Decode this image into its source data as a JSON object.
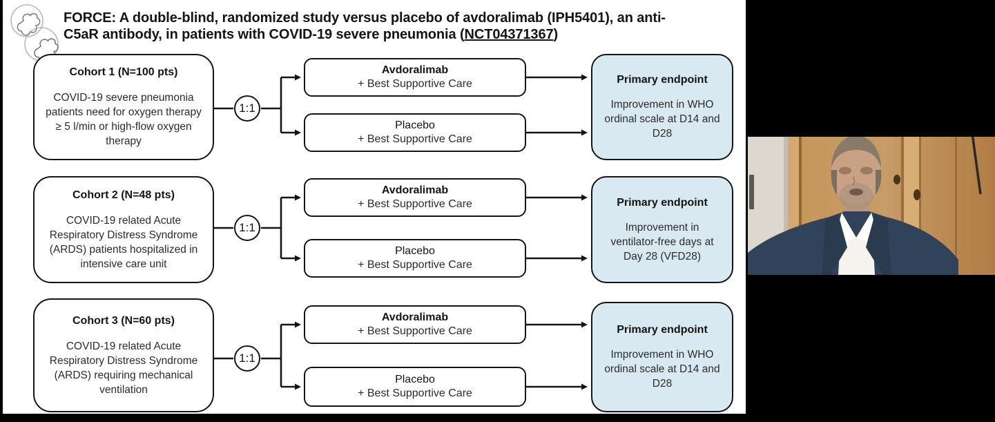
{
  "slide": {
    "title": {
      "line1": "FORCE: A double-blind, randomized study versus placebo of avdoralimab (IPH5401), an anti-",
      "line2_pre": "C5aR antibody, in patients with COVID-19 severe pneumonia (",
      "nct": "NCT04371367",
      "line2_suffix": ")"
    },
    "ratio_label": "1:1",
    "rows": [
      {
        "cohort": {
          "title": "Cohort 1 (N=100 pts)",
          "description": "COVID-19 severe pneumonia patients need for oxygen therapy ≥ 5 l/min or high-flow oxygen therapy"
        },
        "arm1": {
          "name": "Avdoralimab",
          "detail": "+ Best Supportive Care"
        },
        "arm2": {
          "name": "Placebo",
          "detail": "+ Best Supportive Care"
        },
        "endpoint": {
          "title": "Primary endpoint",
          "description": "Improvement in WHO ordinal scale at D14 and D28"
        }
      },
      {
        "cohort": {
          "title": "Cohort 2 (N=48 pts)",
          "description": "COVID-19 related Acute Respiratory Distress Syndrome (ARDS) patients hospitalized in intensive care unit"
        },
        "arm1": {
          "name": "Avdoralimab",
          "detail": "+ Best Supportive Care"
        },
        "arm2": {
          "name": "Placebo",
          "detail": "+ Best Supportive Care"
        },
        "endpoint": {
          "title": "Primary endpoint",
          "description": "Improvement in ventilator-free days at Day 28 (VFD28)"
        }
      },
      {
        "cohort": {
          "title": "Cohort 3 (N=60 pts)",
          "description": "COVID-19 related Acute Respiratory Distress Syndrome (ARDS) requiring mechanical ventilation"
        },
        "arm1": {
          "name": "Avdoralimab",
          "detail": "+ Best Supportive Care"
        },
        "arm2": {
          "name": "Placebo",
          "detail": "+ Best Supportive Care"
        },
        "endpoint": {
          "title": "Primary endpoint",
          "description": "Improvement in WHO ordinal scale at D14 and D28"
        }
      }
    ],
    "colors": {
      "endpoint_fill": "#d9e9f1",
      "line_color": "#141414",
      "slide_bg": "#ffffff",
      "backdrop": "#000000"
    }
  },
  "icons": {
    "logo": "overlapping-circles-logo"
  }
}
